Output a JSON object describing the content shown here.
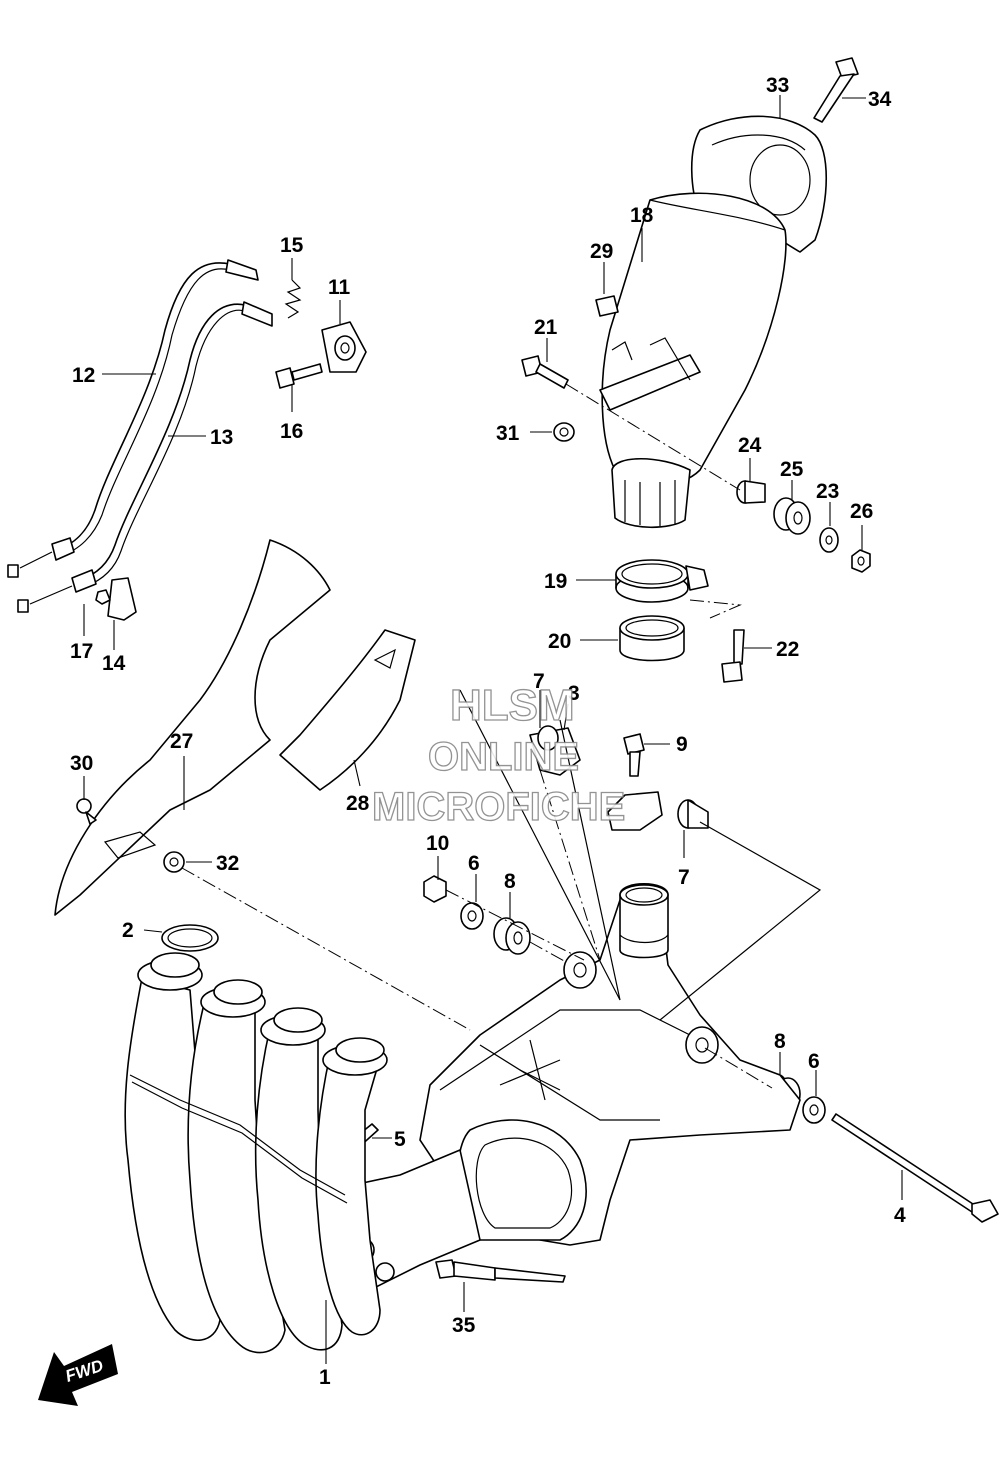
{
  "watermark": {
    "line1": "HLSM",
    "line2": "ONLINE",
    "line3": "MICROFICHE"
  },
  "fwd_label": "FWD",
  "callouts": {
    "c1": "1",
    "c2": "2",
    "c3": "3",
    "c4": "4",
    "c5": "5",
    "c6a": "6",
    "c6b": "6",
    "c7a": "7",
    "c7b": "7",
    "c8a": "8",
    "c8b": "8",
    "c9": "9",
    "c10": "10",
    "c11": "11",
    "c12": "12",
    "c13": "13",
    "c14": "14",
    "c15": "15",
    "c16": "16",
    "c17": "17",
    "c18": "18",
    "c19": "19",
    "c20": "20",
    "c21": "21",
    "c22": "22",
    "c23": "23",
    "c24": "24",
    "c25": "25",
    "c26": "26",
    "c27": "27",
    "c28": "28",
    "c29": "29",
    "c30": "30",
    "c31": "31",
    "c32": "32",
    "c33": "33",
    "c34": "34",
    "c35": "35"
  }
}
